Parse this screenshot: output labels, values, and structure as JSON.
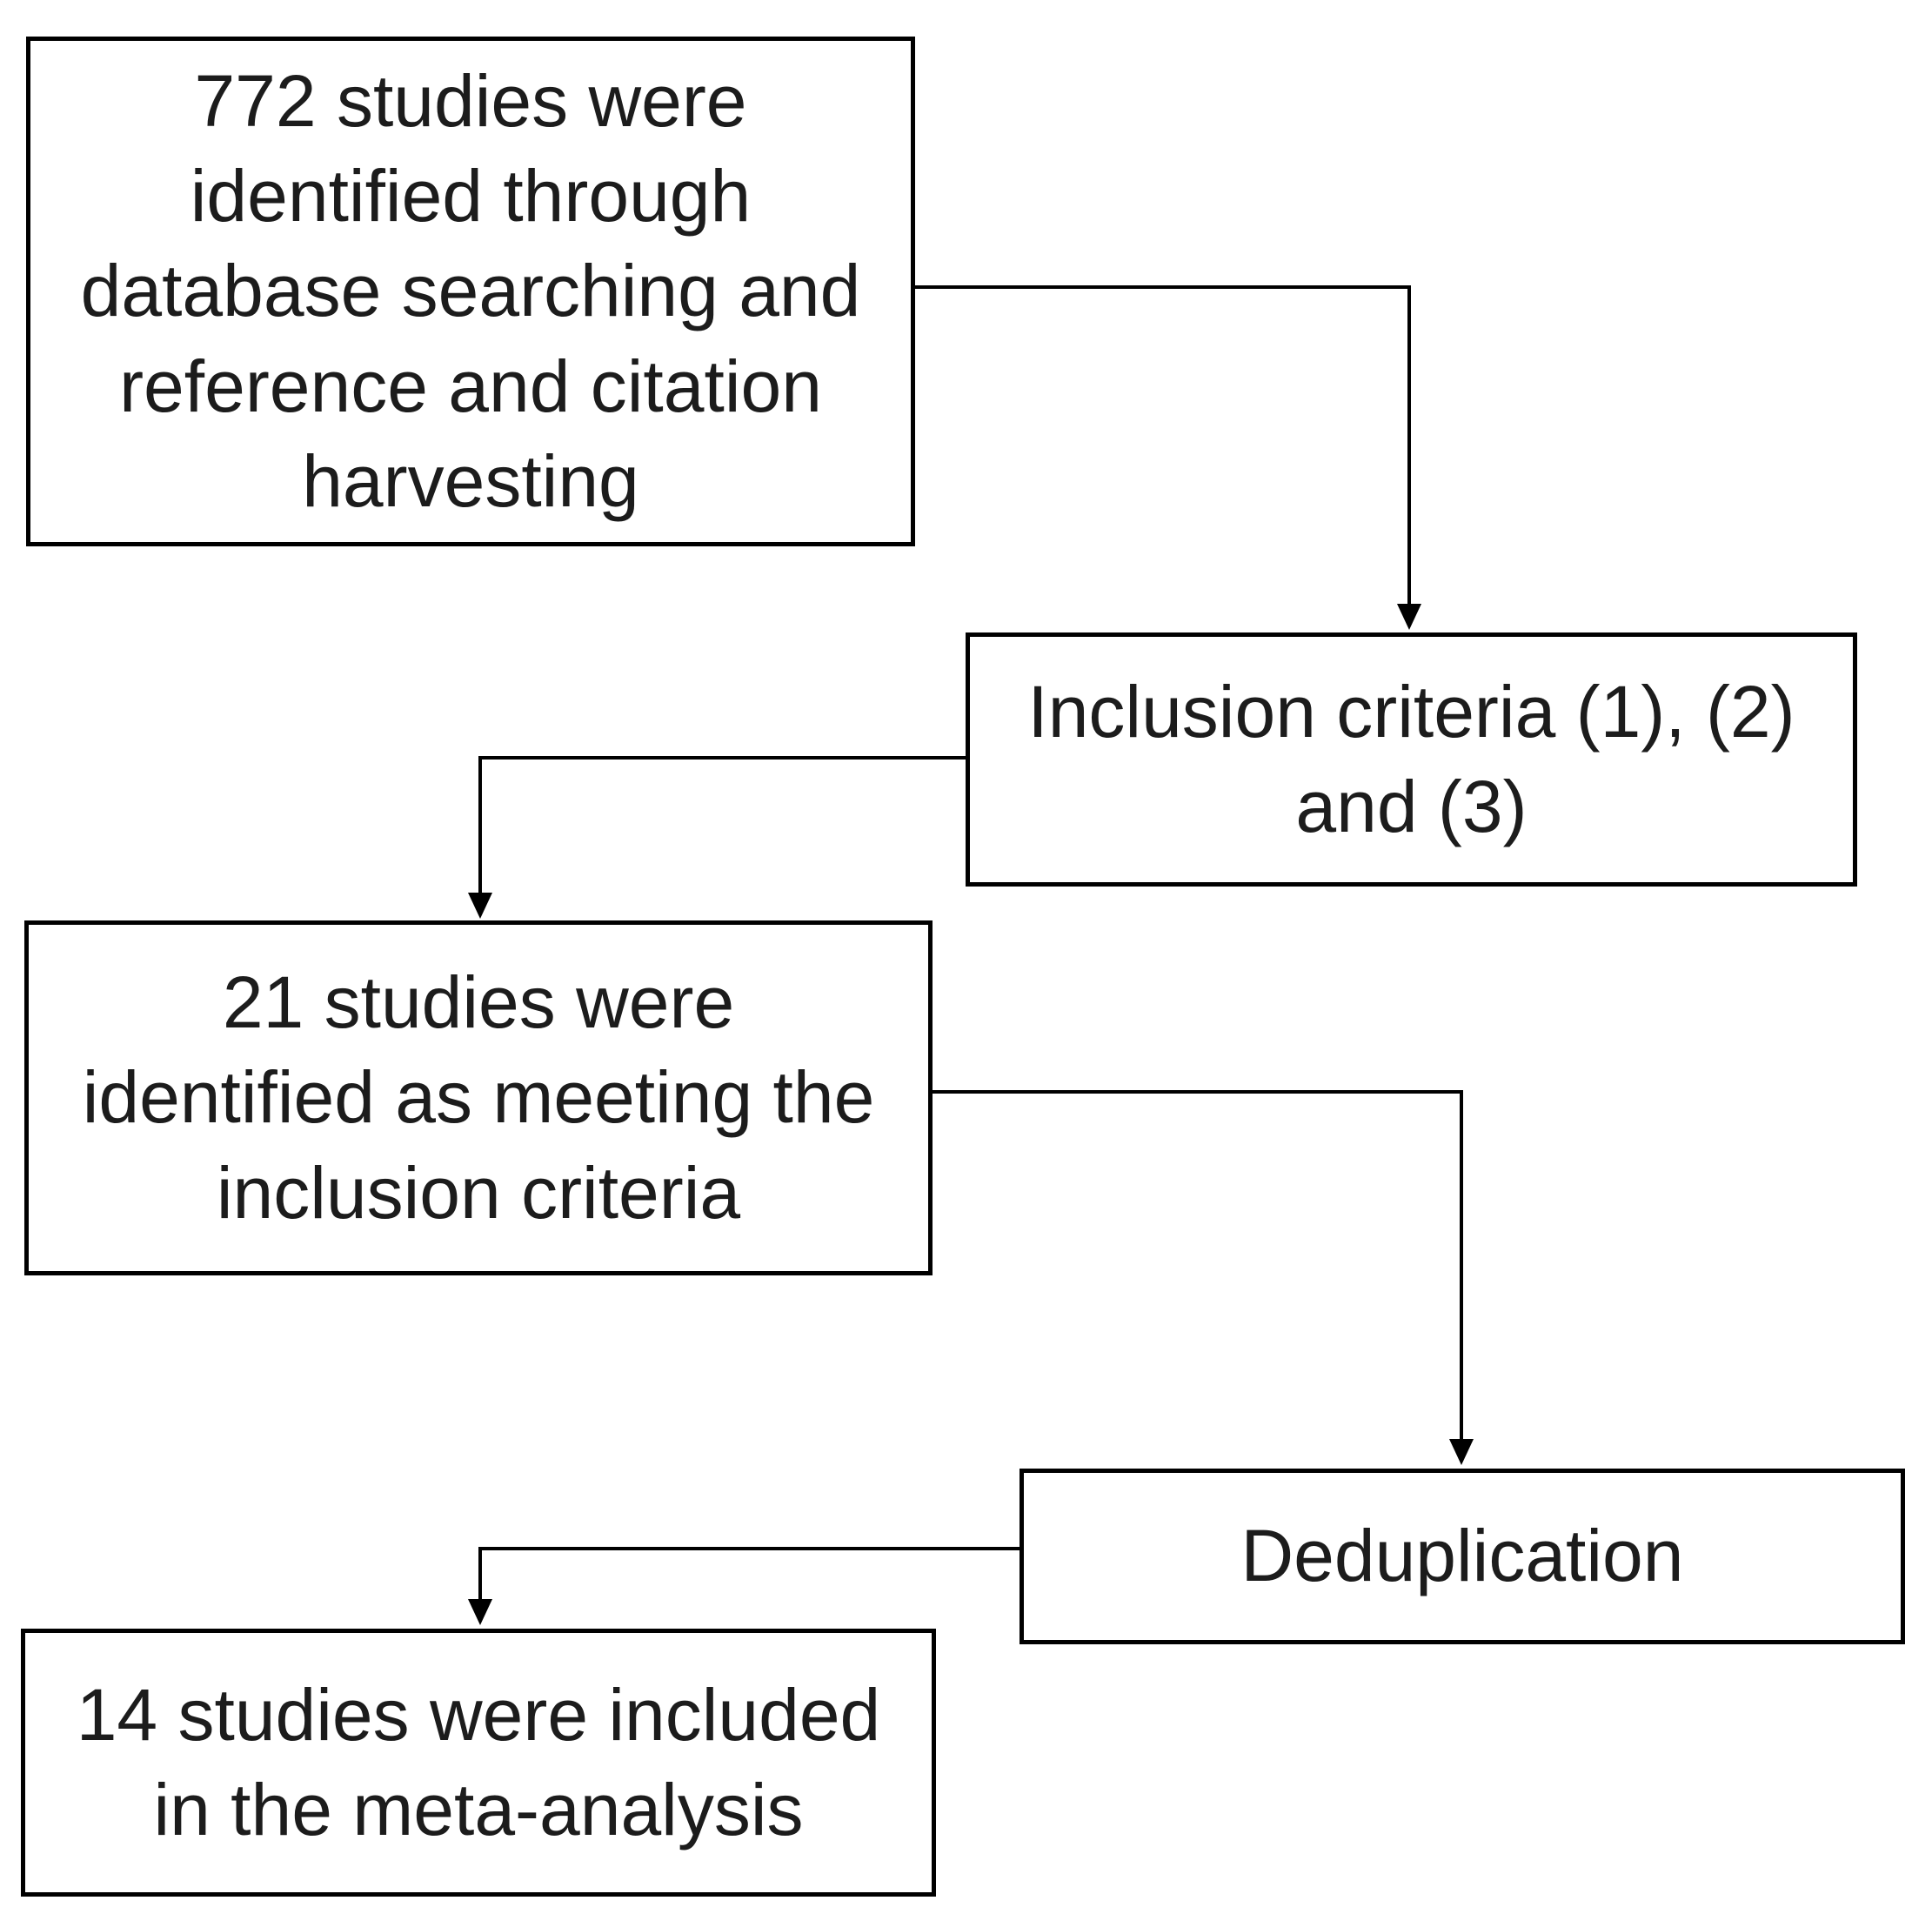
{
  "diagram": {
    "type": "flowchart",
    "background_color": "#ffffff",
    "box_border_color": "#000000",
    "text_color": "#1c1c1c",
    "nodes": [
      {
        "id": "studies-identified",
        "label": "772 studies were\nidentified through\ndatabase searching and\nreference and citation\nharvesting"
      },
      {
        "id": "inclusion-criteria",
        "label": "Inclusion criteria (1), (2)\nand (3)"
      },
      {
        "id": "studies-meeting-criteria",
        "label": "21 studies were\nidentified as meeting the\ninclusion criteria"
      },
      {
        "id": "deduplication",
        "label": "Deduplication"
      },
      {
        "id": "studies-included",
        "label": "14 studies were included\nin the meta-analysis"
      }
    ],
    "edges": [
      {
        "from": "studies-identified",
        "to": "inclusion-criteria"
      },
      {
        "from": "inclusion-criteria",
        "to": "studies-meeting-criteria"
      },
      {
        "from": "studies-meeting-criteria",
        "to": "deduplication"
      },
      {
        "from": "deduplication",
        "to": "studies-included"
      }
    ]
  }
}
